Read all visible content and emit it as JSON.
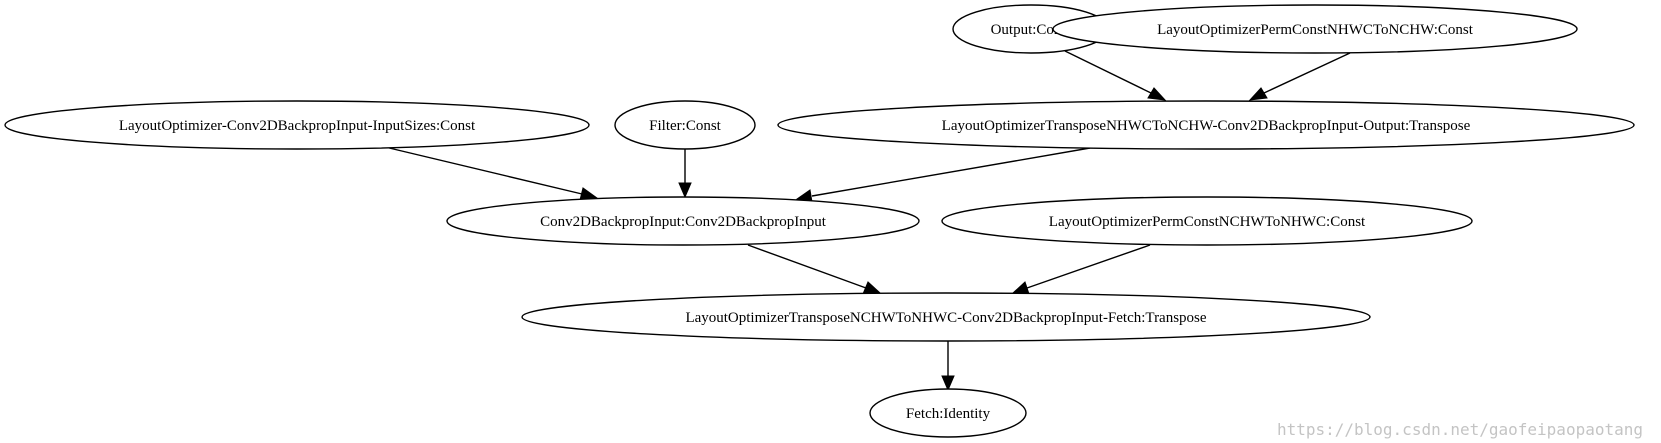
{
  "nodes": [
    {
      "id": "output_const",
      "label": "Output:Const"
    },
    {
      "id": "perm_nhwc_to_nchw",
      "label": "LayoutOptimizerPermConstNHWCToNCHW:Const"
    },
    {
      "id": "input_sizes",
      "label": "LayoutOptimizer-Conv2DBackpropInput-InputSizes:Const"
    },
    {
      "id": "filter_const",
      "label": "Filter:Const"
    },
    {
      "id": "transpose_output",
      "label": "LayoutOptimizerTransposeNHWCToNCHW-Conv2DBackpropInput-Output:Transpose"
    },
    {
      "id": "conv2d_backprop",
      "label": "Conv2DBackpropInput:Conv2DBackpropInput"
    },
    {
      "id": "perm_nchw_to_nhwc",
      "label": "LayoutOptimizerPermConstNCHWToNHWC:Const"
    },
    {
      "id": "transpose_fetch",
      "label": "LayoutOptimizerTransposeNCHWToNHWC-Conv2DBackpropInput-Fetch:Transpose"
    },
    {
      "id": "fetch_identity",
      "label": "Fetch:Identity"
    }
  ],
  "edges": [
    {
      "from": "output_const",
      "to": "transpose_output"
    },
    {
      "from": "perm_nhwc_to_nchw",
      "to": "transpose_output"
    },
    {
      "from": "input_sizes",
      "to": "conv2d_backprop"
    },
    {
      "from": "filter_const",
      "to": "conv2d_backprop"
    },
    {
      "from": "transpose_output",
      "to": "conv2d_backprop"
    },
    {
      "from": "conv2d_backprop",
      "to": "transpose_fetch"
    },
    {
      "from": "perm_nchw_to_nhwc",
      "to": "transpose_fetch"
    },
    {
      "from": "transpose_fetch",
      "to": "fetch_identity"
    }
  ],
  "watermark": "https://blog.csdn.net/gaofeipaopaotang"
}
